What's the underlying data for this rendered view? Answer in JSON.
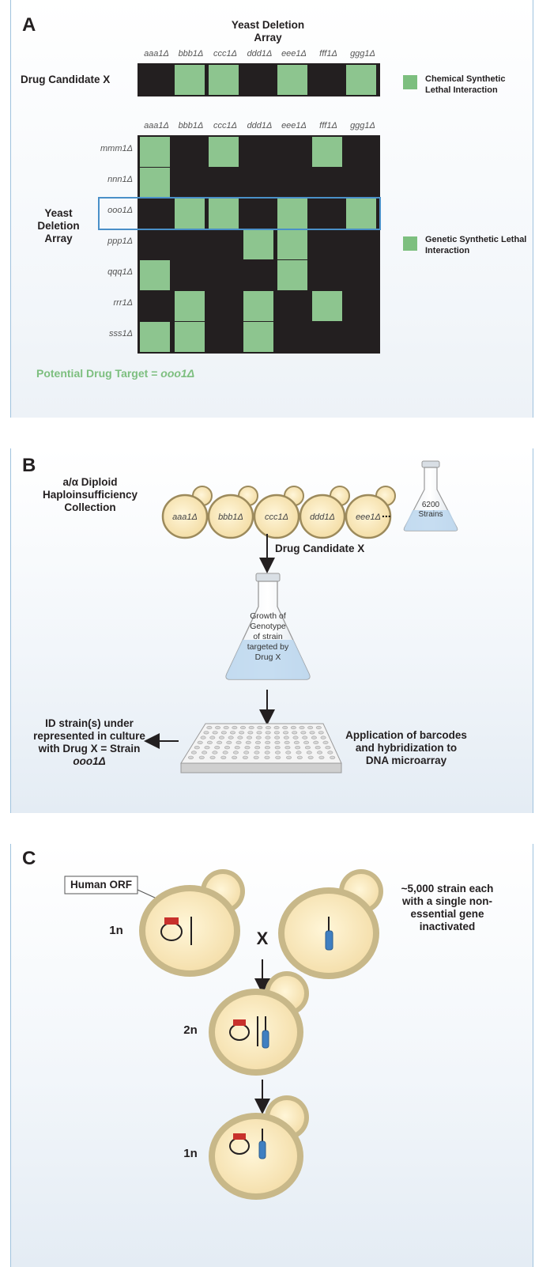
{
  "panel_a": {
    "letter": "A",
    "array_title": "Yeast Deletion Array",
    "drug_label": "Drug Candidate X",
    "col_headers": [
      "aaa1Δ",
      "bbb1Δ",
      "ccc1Δ",
      "ddd1Δ",
      "eee1Δ",
      "fff1Δ",
      "ggg1Δ"
    ],
    "drug_row": [
      0,
      1,
      1,
      0,
      1,
      0,
      1
    ],
    "legend_chemical": "Chemical Synthetic Lethal Interaction",
    "legend_genetic": "Genetic Synthetic Lethal Interaction",
    "row_headers": [
      "mmm1Δ",
      "nnn1Δ",
      "ooo1Δ",
      "ppp1Δ",
      "qqq1Δ",
      "rrr1Δ",
      "sss1Δ"
    ],
    "matrix": [
      [
        1,
        0,
        1,
        0,
        0,
        1,
        0
      ],
      [
        1,
        0,
        0,
        0,
        0,
        0,
        0
      ],
      [
        0,
        1,
        1,
        0,
        1,
        0,
        1
      ],
      [
        0,
        0,
        0,
        1,
        1,
        0,
        0
      ],
      [
        1,
        0,
        0,
        0,
        1,
        0,
        0
      ],
      [
        0,
        1,
        0,
        1,
        0,
        1,
        0
      ],
      [
        1,
        1,
        0,
        1,
        0,
        0,
        0
      ]
    ],
    "row_axis_label": "Yeast Deletion Array",
    "target_prefix": "Potential Drug Target = ",
    "target_value": "ooo1Δ",
    "colors": {
      "hit": "#8dc58f",
      "empty": "#231f20",
      "highlight": "#4a90c8"
    }
  },
  "panel_b": {
    "letter": "B",
    "collection_label": "a/α Diploid Haploinsufficiency Collection",
    "strains": [
      "aaa1Δ",
      "bbb1Δ",
      "ccc1Δ",
      "ddd1Δ",
      "eee1Δ"
    ],
    "ellipsis": "...",
    "flask_small_text": "6200 Strains",
    "drug_label": "Drug Candidate X",
    "flask_big_text": "Growth of Genotype of strain targeted by Drug X",
    "id_prefix": "ID strain(s) under represented in culture with Drug X = Strain ",
    "id_strain": "ooo1Δ",
    "application_label": "Application of barcodes and hybridization to DNA microarray"
  },
  "panel_c": {
    "letter": "C",
    "human_orf_label": "Human ORF",
    "ploidy_1n": "1n",
    "cross": "X",
    "library_label": "~5,000 strain each with a single non-essential gene inactivated",
    "ploidy_2n": "2n",
    "ploidy_1n_final": "1n"
  }
}
